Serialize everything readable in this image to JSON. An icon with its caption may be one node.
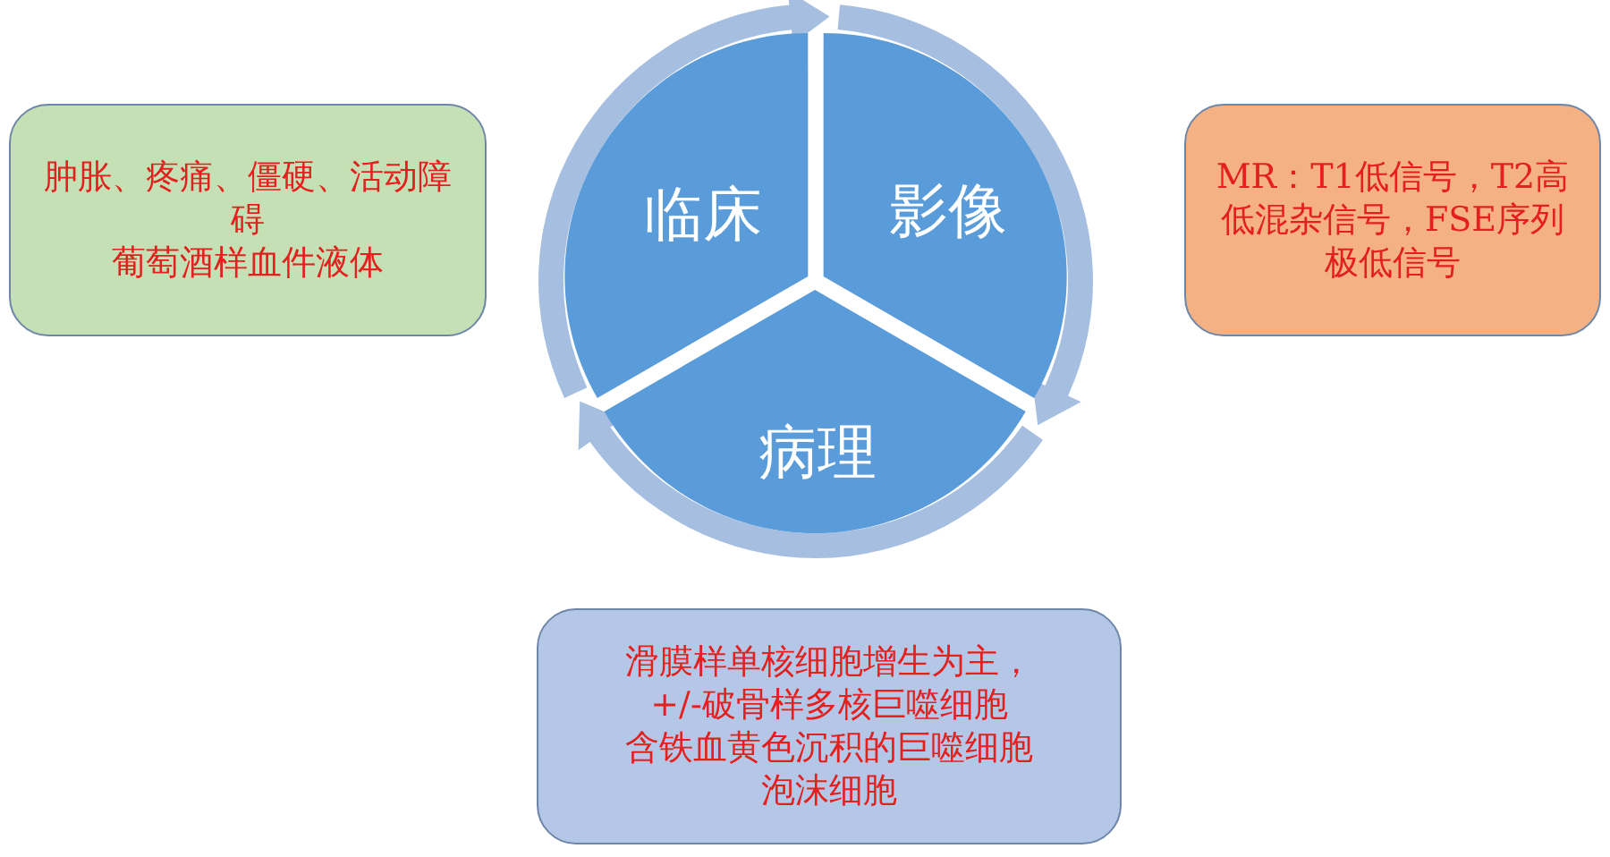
{
  "diagram": {
    "nodes": [
      {
        "text": [
          "临床"
        ]
      },
      {
        "text": [
          "影像"
        ]
      },
      {
        "text": [
          "病理"
        ]
      },
      {
        "text": [
          "肿胀、疼痛、僵硬、活动障碍",
          "葡萄酒样血件液体"
        ]
      },
      {
        "text": [
          "MR：T1低信号，T2高低混杂信号，FSE序列极低信号"
        ]
      },
      {
        "text": [
          "滑膜样单核细胞增生为主，",
          "+/-破骨样多核巨噬细胞",
          "含铁血黄色沉积的巨噬细胞",
          "泡沫细胞"
        ]
      }
    ],
    "edges": [
      {
        "from": 0,
        "to": 1,
        "arrow": "to"
      },
      {
        "from": 1,
        "to": 2,
        "arrow": "to"
      },
      {
        "from": 2,
        "to": 0,
        "arrow": "to"
      }
    ]
  }
}
